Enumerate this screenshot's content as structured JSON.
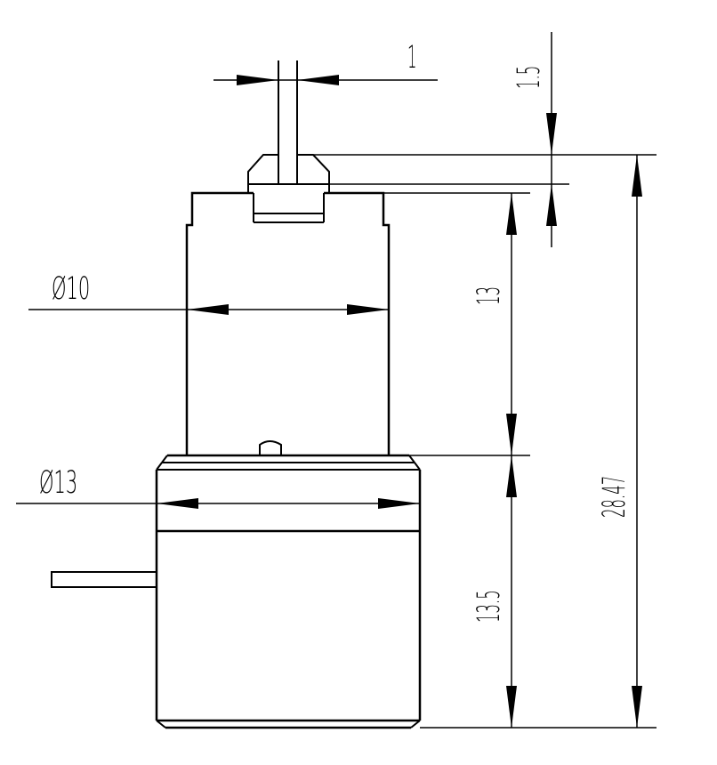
{
  "drawing": {
    "dimensions": {
      "pin_width": "1",
      "pin_extension": "1.5",
      "small_diameter": "Ø10",
      "upper_body_height": "13",
      "large_diameter": "Ø13",
      "lower_body_height": "13.5",
      "total_height": "28.47"
    }
  }
}
